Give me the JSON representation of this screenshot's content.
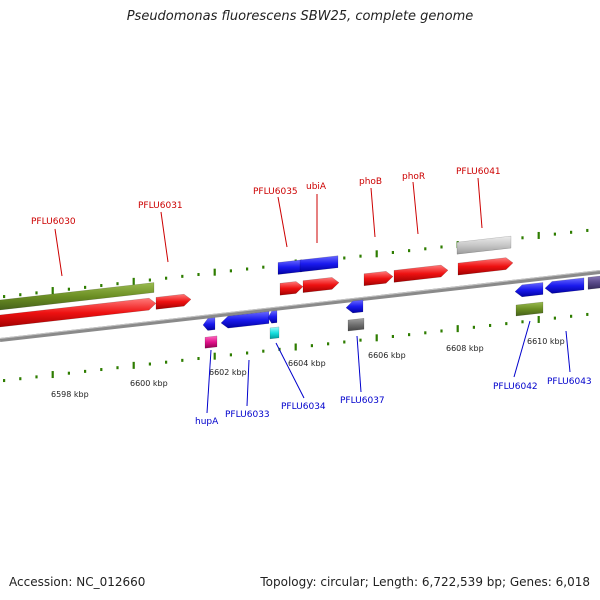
{
  "header": {
    "title": "Pseudomonas fluorescens SBW25, complete genome"
  },
  "footer": {
    "accession": "Accession: NC_012660",
    "summary": "Topology: circular; Length: 6,722,539 bp; Genes: 6,018"
  },
  "colors": {
    "forward_label": "#cc0000",
    "reverse_label": "#0000cc",
    "ruler": "#2e7d00",
    "backbone": "#777777",
    "cds_red": "#ee1111",
    "cds_blue": "#1a1aee",
    "olive": "#6b8e23",
    "gray": "#c8c8c8",
    "dark_gray": "#707070",
    "pink": "#e0128a",
    "cyan": "#19e0e0",
    "slate": "#5a4a8a"
  },
  "scale_labels": [
    "6598 kbp",
    "6600 kbp",
    "6602 kbp",
    "6604 kbp",
    "6606 kbp",
    "6608 kbp",
    "6610 kbp"
  ],
  "forward_genes": [
    "PFLU6030",
    "PFLU6031",
    "PFLU6035",
    "ubiA",
    "phoB",
    "phoR",
    "PFLU6041"
  ],
  "reverse_genes": [
    "hupA",
    "PFLU6033",
    "PFLU6034",
    "PFLU6037",
    "PFLU6042",
    "PFLU6043"
  ]
}
